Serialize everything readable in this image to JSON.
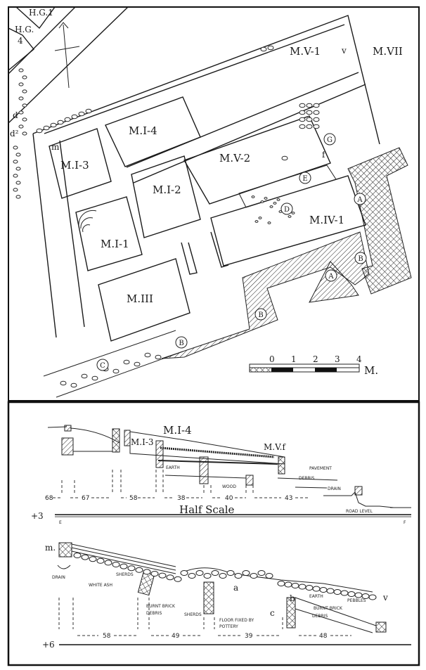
{
  "plan": {
    "corner_labels": [
      "H.G.1",
      "H.G.",
      "4"
    ],
    "debris_labels": [
      "d",
      "d²"
    ],
    "rooms": [
      "M.I-3",
      "M.I-4",
      "M.I-2",
      "M.I-1",
      "M.III",
      "M.V-1",
      "M.V-2",
      "M.IV-1",
      "M.VII"
    ],
    "markers": [
      "G",
      "E",
      "D",
      "A",
      "A",
      "B",
      "B",
      "B",
      "C"
    ],
    "small_letters": [
      "m",
      "v",
      "f"
    ],
    "scale": {
      "ticks": [
        "0",
        "1",
        "2",
        "3",
        "4"
      ],
      "unit": "M."
    }
  },
  "section_ef": {
    "labels": [
      "M.I-4",
      "M.I-3",
      "M.V.f",
      "PAVEMENT",
      "DEBRIS",
      "EARTH",
      "WOOD",
      "DRAIN",
      "ROAD LEVEL"
    ],
    "dims": [
      "68",
      "67",
      "58",
      "38",
      "40",
      "43"
    ],
    "title": "Half Scale",
    "level": "+3",
    "ends": [
      "E",
      "F"
    ]
  },
  "section_2": {
    "labels": [
      "m.",
      "DRAIN",
      "SHERDS",
      "WHITE ASH",
      "BURNT BRICK",
      "DEBRIS",
      "SHERDS",
      "a",
      "b",
      "c",
      "FLOOR FIXED BY",
      "POTTERY",
      "EARTH",
      "PEBBLES",
      "BURNT BRICK",
      "DEBRIS",
      "v"
    ],
    "dims": [
      "58",
      "49",
      "39",
      "48"
    ],
    "level": "+6"
  }
}
